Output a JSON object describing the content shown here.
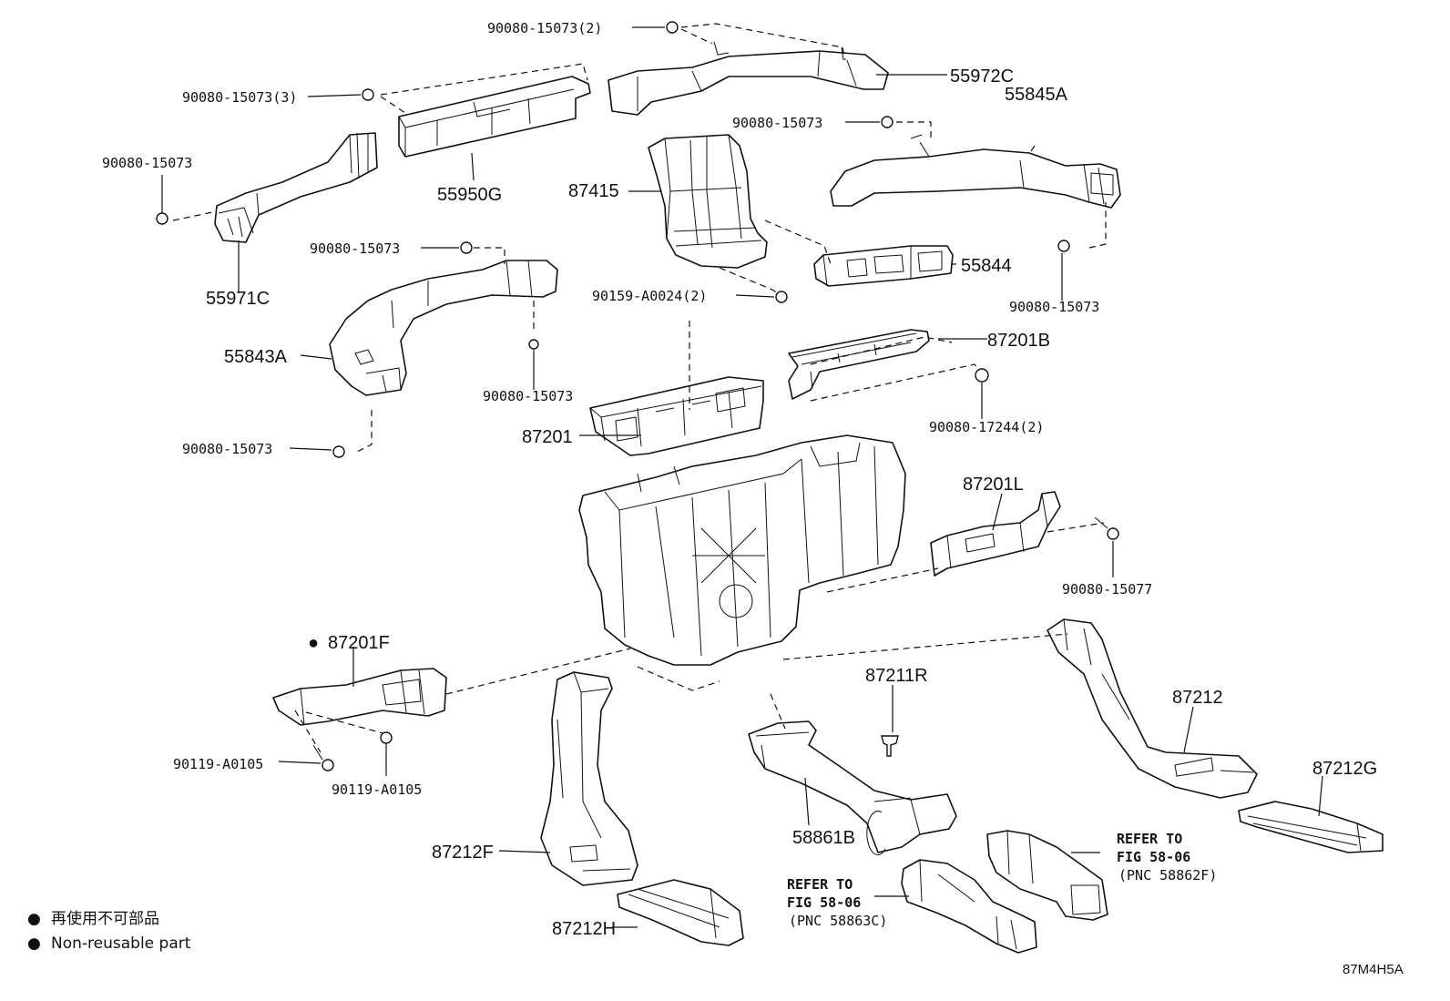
{
  "diagram_code": "87M4H5A",
  "legend": {
    "bullet": "●",
    "line1": "再使用不可部品",
    "line2": "Non-reusable part"
  },
  "labels": {
    "b_top": "90080-15073(2)",
    "p_55972C": "55972C",
    "b_3": "90080-15073(3)",
    "p_55845A": "55845A",
    "b_55845": "90080-15073",
    "b_55971": "90080-15073",
    "p_55950G": "55950G",
    "p_87415": "87415",
    "p_55971C": "55971C",
    "b_55843_top": "90080-15073",
    "p_55844": "55844",
    "b_90159": "90159-A0024(2)",
    "b_55844_r": "90080-15073",
    "p_87201B": "87201B",
    "p_55843A": "55843A",
    "b_55843_mid": "90080-15073",
    "b_17244": "90080-17244(2)",
    "p_87201": "87201",
    "b_55843_bot": "90080-15073",
    "p_87201L": "87201L",
    "b_15077": "90080-15077",
    "p_87201F": "87201F",
    "p_87201F_mark": "●",
    "p_87211R": "87211R",
    "p_87212": "87212",
    "b_0105_a": "90119-A0105",
    "b_0105_b": "90119-A0105",
    "p_87212G": "87212G",
    "p_58861B": "58861B",
    "p_87212F": "87212F",
    "p_87212H": "87212H"
  },
  "refer_right": {
    "line1": "REFER TO",
    "line2": "FIG 58-06",
    "line3": "(PNC 58862F)"
  },
  "refer_left": {
    "line1": "REFER TO",
    "line2": "FIG 58-06",
    "line3": "(PNC 58863C)"
  }
}
